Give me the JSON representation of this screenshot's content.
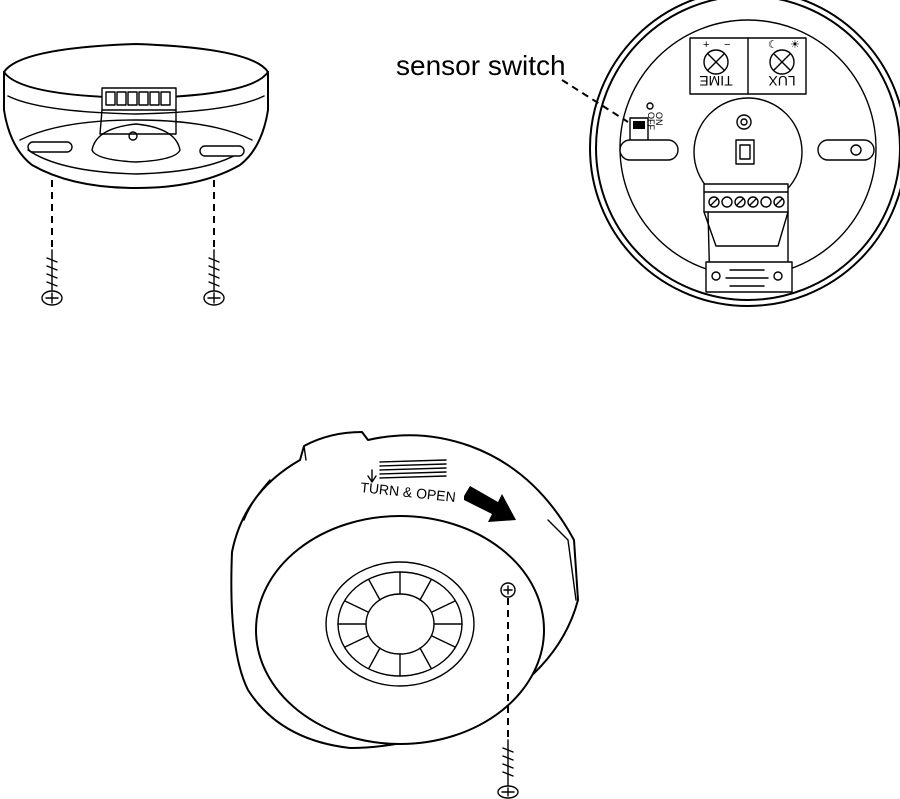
{
  "labels": {
    "sensor_switch": "sensor switch",
    "time": "TIME",
    "lux": "LUX",
    "on": "ON",
    "off": "OFF",
    "turn_open": "TURN & OPEN"
  }
}
